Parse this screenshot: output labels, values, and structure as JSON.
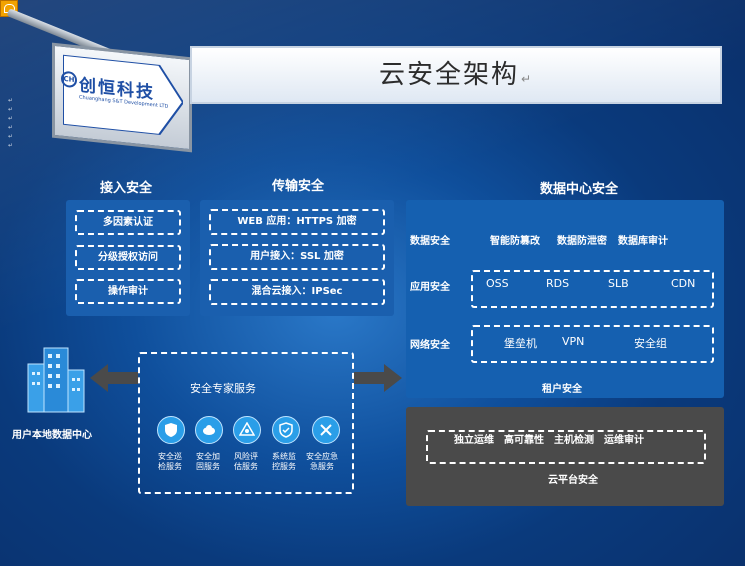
{
  "title": "云安全架构",
  "sign": {
    "logo_text": "创恒科技",
    "logo_sub": "Chuanghang S&T Development LTD"
  },
  "sections": {
    "access": {
      "heading": "接入安全",
      "items": [
        "多因素认证",
        "分级授权访问",
        "操作审计"
      ]
    },
    "transport": {
      "heading": "传输安全",
      "items": [
        "WEB 应用：HTTPS 加密",
        "用户接入：SSL 加密",
        "混合云接入：IPSec"
      ]
    },
    "datacenter": {
      "heading": "数据中心安全",
      "data_security": {
        "label": "数据安全",
        "items": [
          "智能防篡改",
          "数据防泄密",
          "数据库审计"
        ]
      },
      "app_security": {
        "label": "应用安全",
        "items": [
          "OSS",
          "RDS",
          "SLB",
          "CDN"
        ]
      },
      "network_security": {
        "label": "网络安全",
        "items": [
          "堡垒机",
          "VPN",
          "安全组"
        ]
      },
      "tenant_label": "租户安全"
    },
    "cloud_platform": {
      "items": [
        "独立运维",
        "高可靠性",
        "主机检测",
        "运维审计"
      ],
      "label": "云平台安全"
    },
    "expert": {
      "heading": "安全专家服务",
      "services": [
        {
          "line1": "安全巡",
          "line2": "检服务",
          "icon": "shield-icon"
        },
        {
          "line1": "安全加",
          "line2": "固服务",
          "icon": "cloud-tool-icon"
        },
        {
          "line1": "风险评",
          "line2": "估服务",
          "icon": "network-icon"
        },
        {
          "line1": "系统监",
          "line2": "控服务",
          "icon": "monitor-shield-icon"
        },
        {
          "line1": "安全应急",
          "line2": "急服务",
          "icon": "wrench-icon"
        }
      ]
    },
    "local_dc": {
      "label": "用户本地数据中心"
    }
  }
}
